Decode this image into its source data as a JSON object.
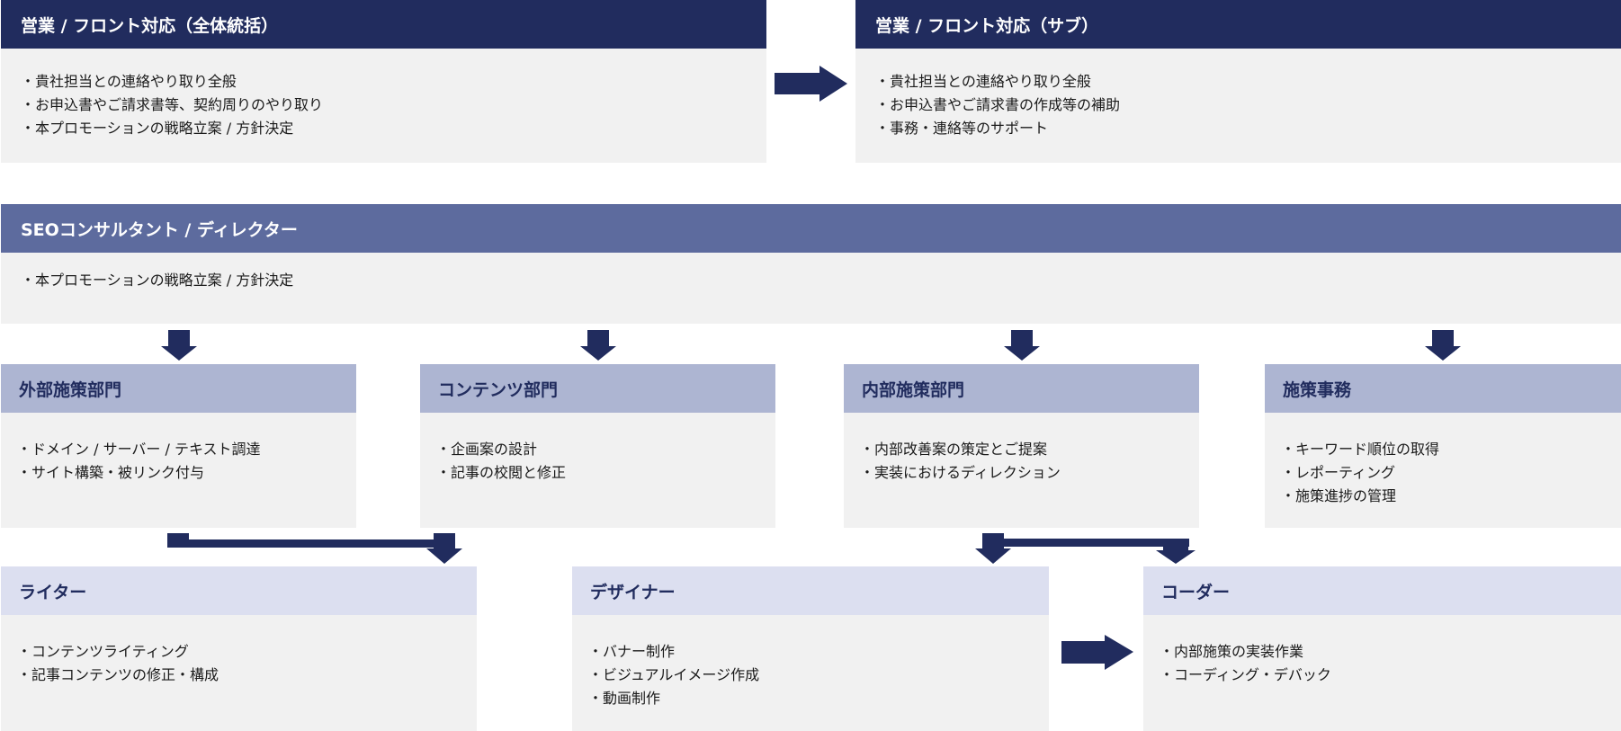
{
  "sales_main": {
    "title": "営業 / フロント対応（全体統括）",
    "items": [
      "・貴社担当との連絡やり取り全般",
      "・お申込書やご請求書等、契約周りのやり取り",
      "・本プロモーションの戦略立案 / 方針決定"
    ]
  },
  "sales_sub": {
    "title": "営業 / フロント対応（サブ）",
    "items": [
      "・貴社担当との連絡やり取り全般",
      "・お申込書やご請求書の作成等の補助",
      "・事務・連絡等のサポート"
    ]
  },
  "seo": {
    "title": "SEOコンサルタント / ディレクター",
    "items": [
      "・本プロモーションの戦略立案 / 方針決定"
    ]
  },
  "external": {
    "title": "外部施策部門",
    "items": [
      "・ドメイン / サーバー / テキスト調達",
      "・サイト構築・被リンク付与"
    ]
  },
  "content": {
    "title": "コンテンツ部門",
    "items": [
      "・企画案の設計",
      "・記事の校閲と修正"
    ]
  },
  "internal": {
    "title": "内部施策部門",
    "items": [
      "・内部改善案の策定とご提案",
      "・実装におけるディレクション"
    ]
  },
  "operations": {
    "title": "施策事務",
    "items": [
      "・キーワード順位の取得",
      "・レポーティング",
      "・施策進捗の管理"
    ]
  },
  "writer": {
    "title": "ライター",
    "items": [
      "・コンテンツライティング",
      "・記事コンテンツの修正・構成"
    ]
  },
  "designer": {
    "title": "デザイナー",
    "items": [
      "・バナー制作",
      "・ビジュアルイメージ作成",
      "・動画制作"
    ]
  },
  "coder": {
    "title": "コーダー",
    "items": [
      "・内部施策の実装作業",
      "・コーディング・デバック"
    ]
  },
  "colors": {
    "navy": "#212c5e",
    "slate": "#5d6b9e",
    "lavender": "#adb5d2",
    "pale": "#dcdff0",
    "panel": "#f1f1f1"
  }
}
